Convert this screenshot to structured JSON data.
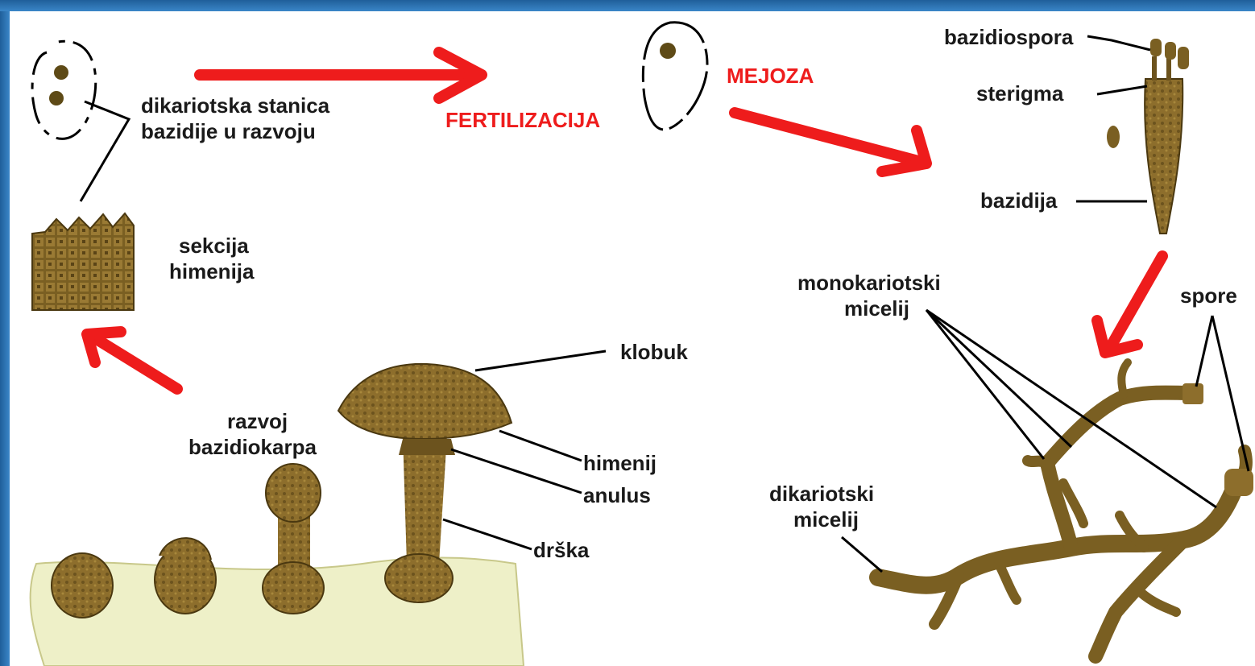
{
  "colors": {
    "border": "#2a72b5",
    "arrow": "#ee1c1c",
    "fungus": "#8a6a2a",
    "ground": "#eef0c8"
  },
  "labels": {
    "dikariotska_stanica": "dikariotska stanica",
    "bazidije_u_razvoju": "bazidije u razvoju",
    "fertilizacija": "FERTILIZACIJA",
    "mejoza": "MEJOZA",
    "bazidiospora": "bazidiospora",
    "sterigma": "sterigma",
    "bazidija": "bazidija",
    "sekcija": "sekcija",
    "himenija": "himenija",
    "monokariotski": "monokariotski",
    "micelij_mono": "micelij",
    "spore": "spore",
    "klobuk": "klobuk",
    "razvoj": "razvoj",
    "bazidiokarpa": "bazidiokarpa",
    "himenij": "himenij",
    "anulus": "anulus",
    "drska": "drška",
    "dikariotski": "dikariotski",
    "micelij_di": "micelij"
  }
}
